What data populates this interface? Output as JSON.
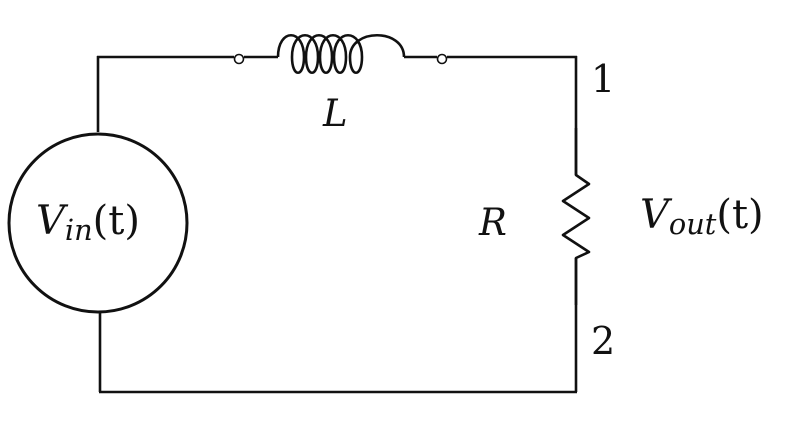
{
  "circuit": {
    "inductor_label": "L",
    "resistor_label": "R",
    "source_label": {
      "symbol": "V",
      "subscript": "in",
      "argument": "(t)"
    },
    "output_label": {
      "symbol": "V",
      "subscript": "out",
      "argument": "(t)"
    },
    "node_top": "1",
    "node_bottom": "2"
  }
}
